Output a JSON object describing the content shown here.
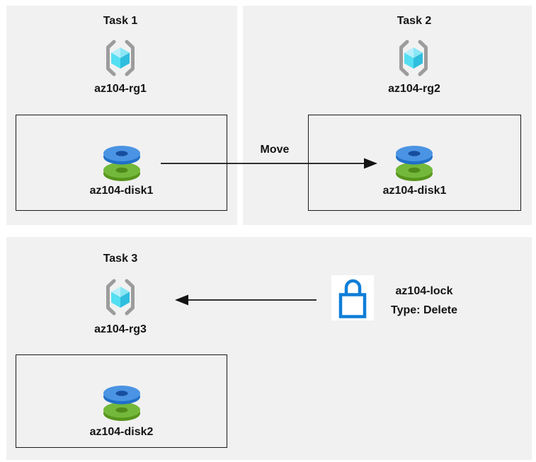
{
  "tasks": [
    {
      "title": "Task 1",
      "resource_group": "az104-rg1",
      "disk": "az104-disk1"
    },
    {
      "title": "Task 2",
      "resource_group": "az104-rg2",
      "disk": "az104-disk1"
    },
    {
      "title": "Task 3",
      "resource_group": "az104-rg3",
      "disk": "az104-disk2"
    }
  ],
  "arrows": {
    "move_label": "Move"
  },
  "lock": {
    "name": "az104-lock",
    "type": "Type: Delete"
  },
  "icons": {
    "resource_group": "azure-resource-group-icon",
    "disk": "azure-managed-disk-icon",
    "lock": "azure-lock-icon"
  },
  "colors": {
    "panel_bg": "#f1f1f1",
    "ink": "#141414",
    "box_border": "#1a1a1a",
    "lock_blue": "#0e7ed8",
    "rg_bracket": "#9c9c9c",
    "cube_tl": "#b9effb",
    "cube_tr": "#8ae6f5",
    "cube_left": "#54dff2",
    "cube_right": "#2fbede",
    "disk_blue_top": "#4b94e3",
    "disk_blue_side": "#2070c8",
    "disk_blue_hole": "#174f9e",
    "disk_green_top": "#73b83a",
    "disk_green_side": "#57951c",
    "disk_green_hole": "#4f8a1b"
  }
}
